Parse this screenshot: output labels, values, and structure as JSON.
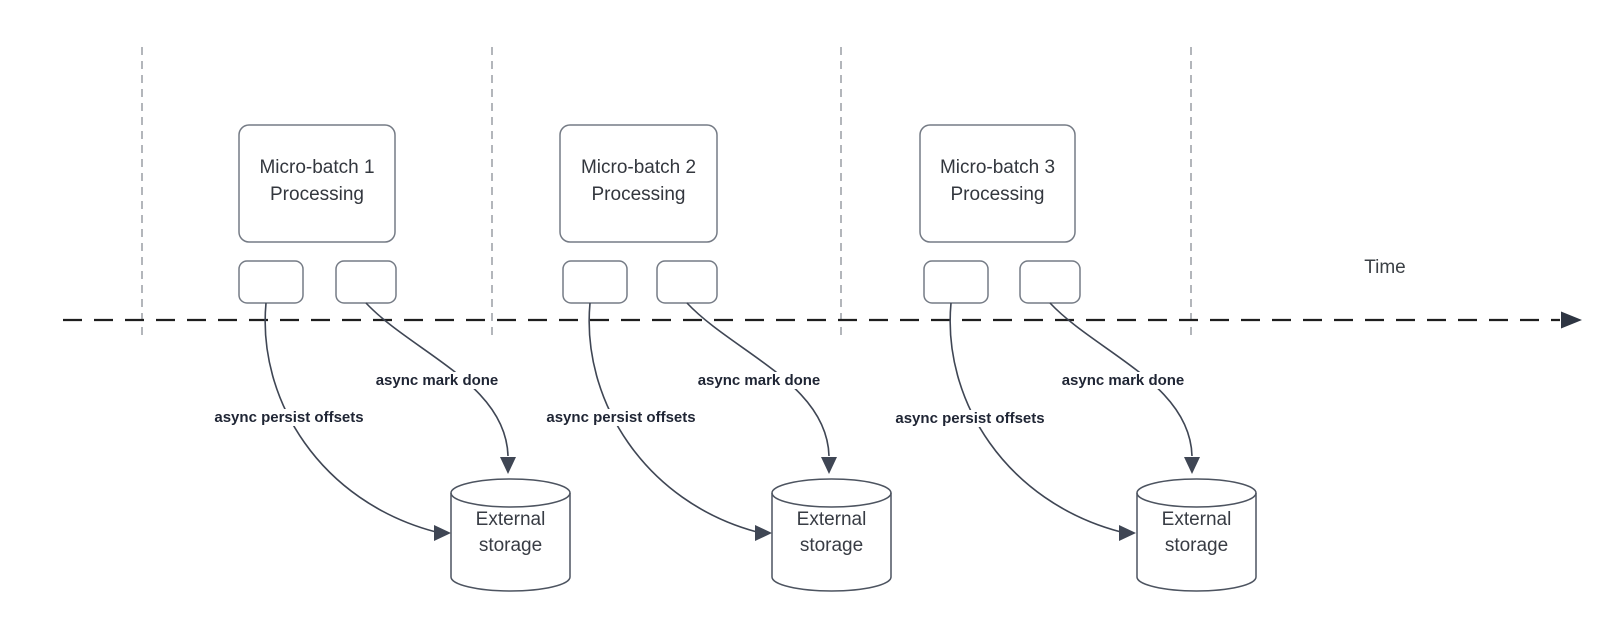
{
  "diagram": {
    "time_axis_label": "Time",
    "groups": [
      {
        "title_line1": "Micro-batch 1",
        "title_line2": "Processing",
        "persist_label": "async persist offsets",
        "done_label": "async mark done",
        "storage_line1": "External",
        "storage_line2": "storage"
      },
      {
        "title_line1": "Micro-batch 2",
        "title_line2": "Processing",
        "persist_label": "async persist offsets",
        "done_label": "async mark done",
        "storage_line1": "External",
        "storage_line2": "storage"
      },
      {
        "title_line1": "Micro-batch 3",
        "title_line2": "Processing",
        "persist_label": "async persist offsets",
        "done_label": "async mark done",
        "storage_line1": "External",
        "storage_line2": "storage"
      }
    ],
    "colors": {
      "timeline": "#1e1e1e",
      "separator": "#b3b6bb",
      "shape_stroke": "#757b85",
      "cylinder_stroke": "#4d5460",
      "edge_stroke": "#3f4654",
      "node_text": "#33373e",
      "edge_label_text": "#1f2534"
    }
  }
}
